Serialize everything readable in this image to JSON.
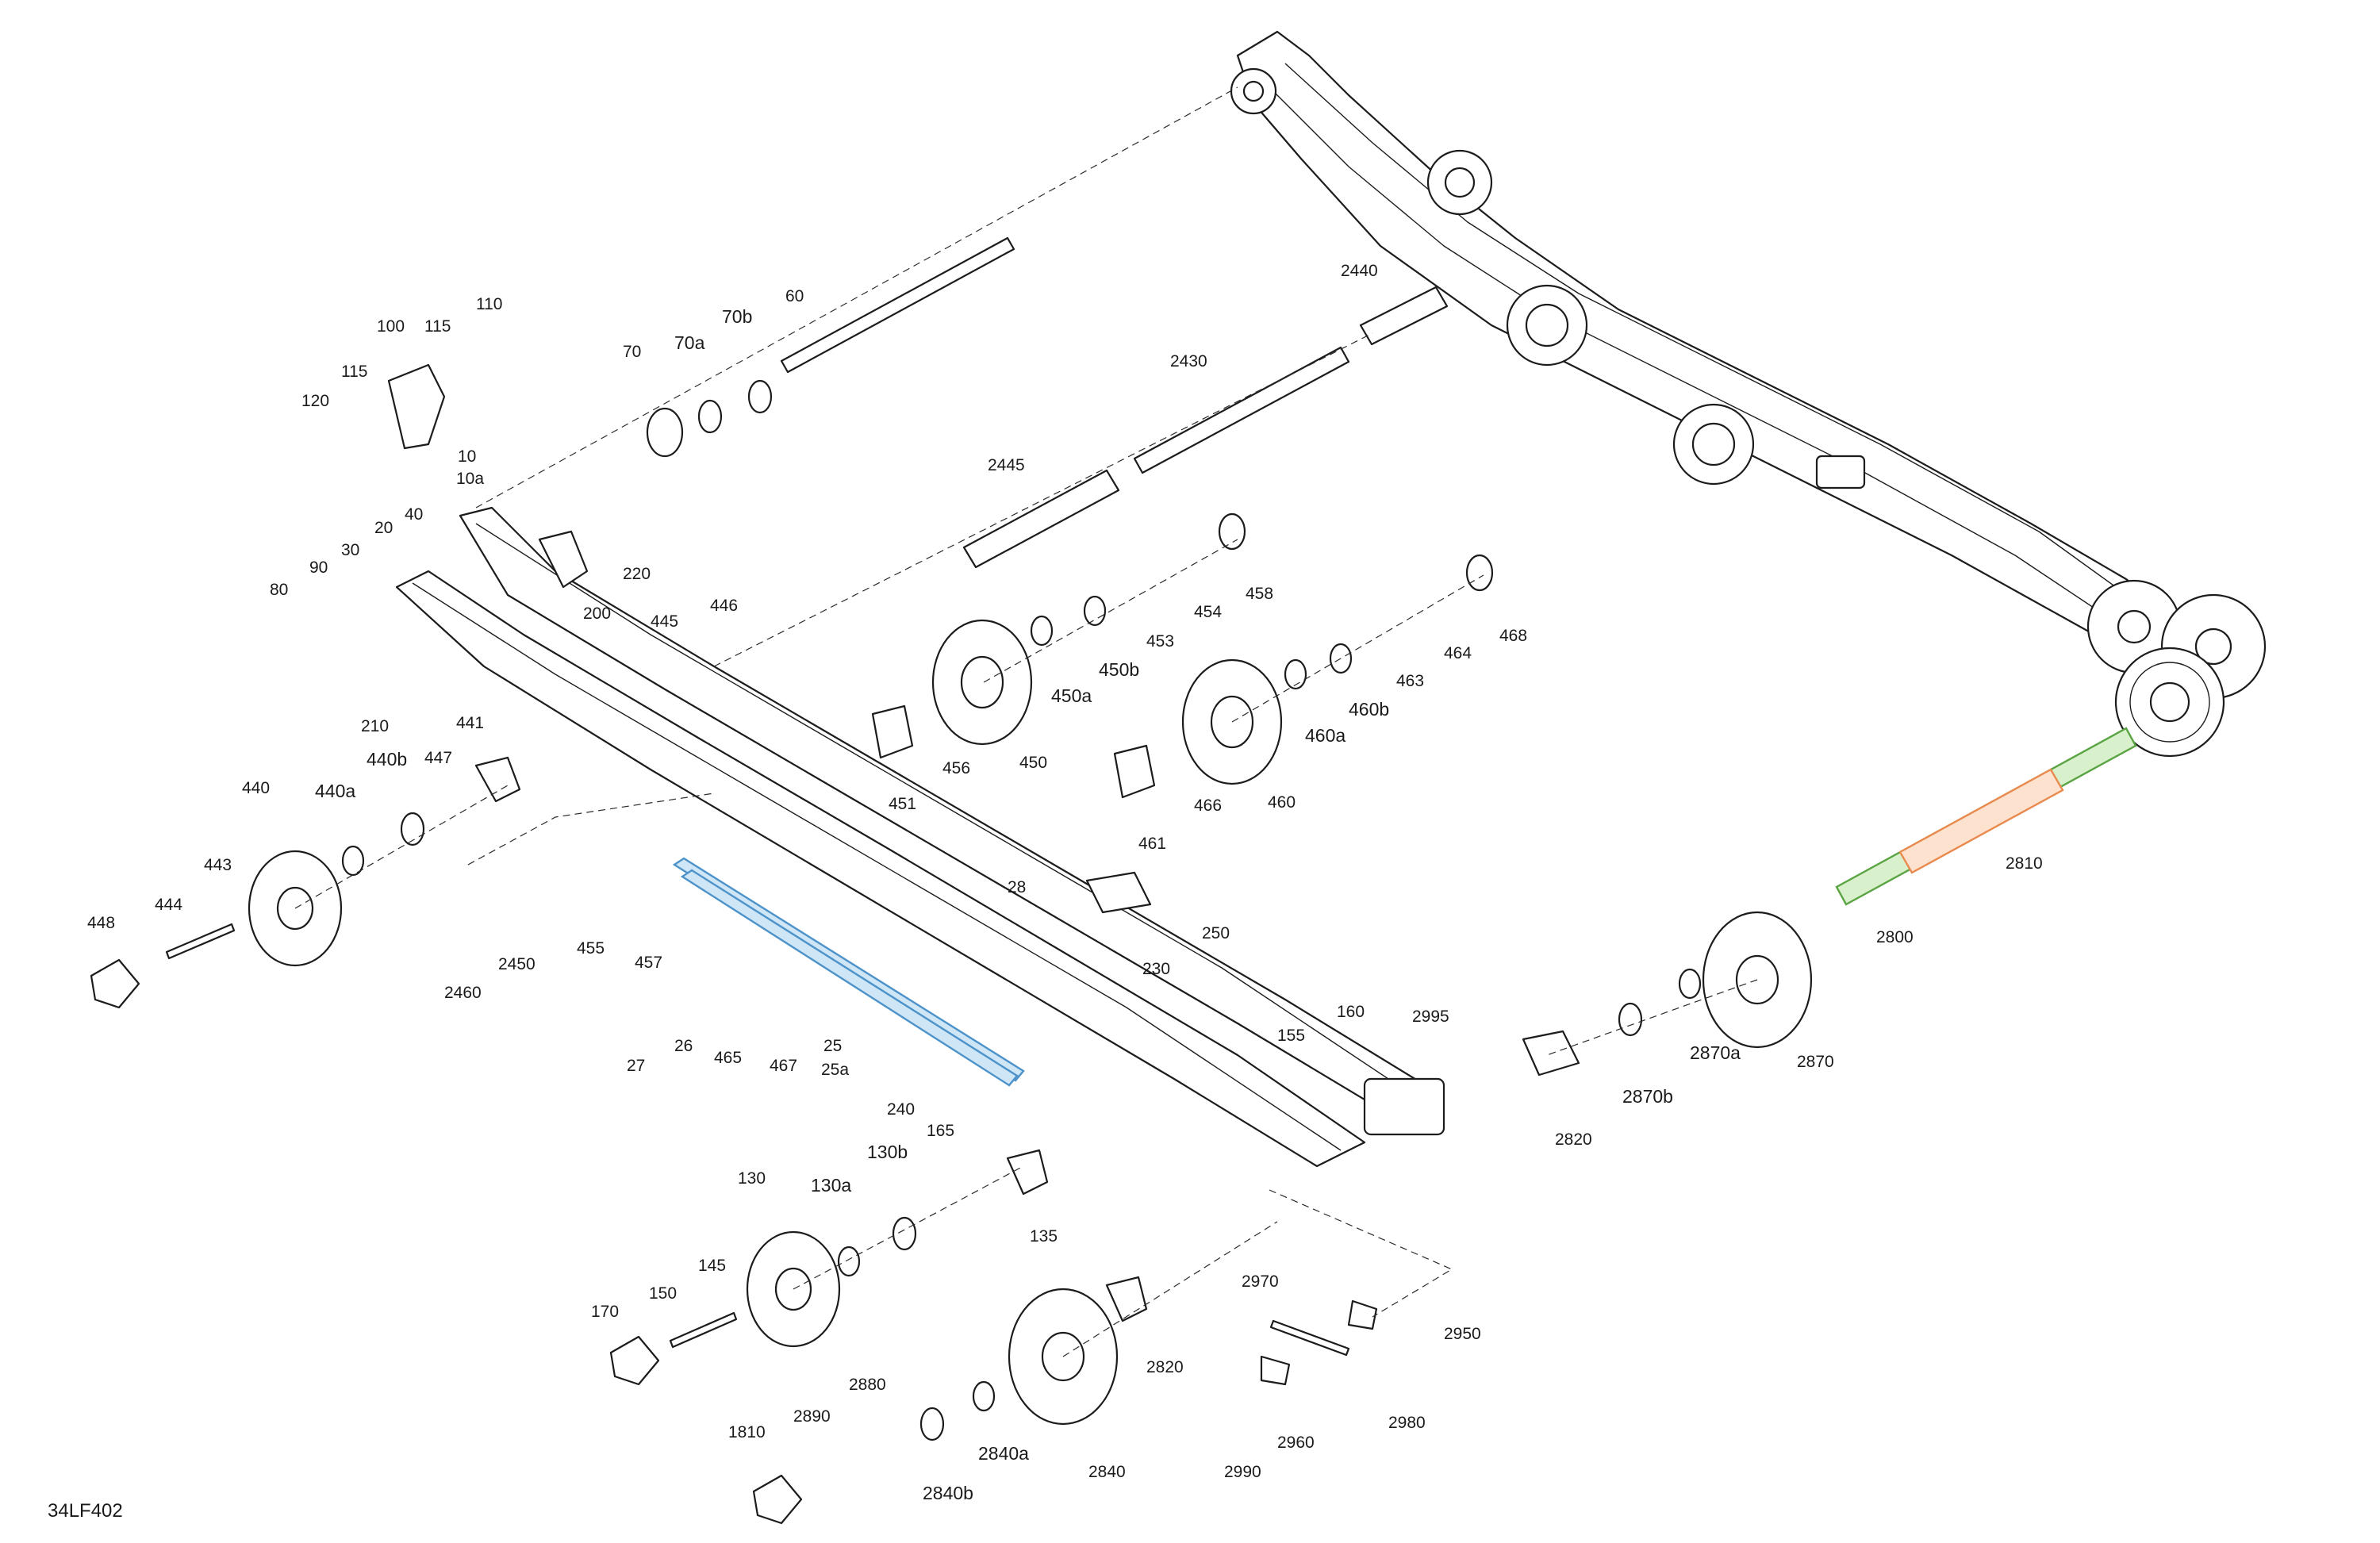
{
  "diagram": {
    "reference_code": "34LF402",
    "highlight_colors": {
      "slider_25": "#4d93c9",
      "shaft_2800": "#5aa444",
      "tube_2810": "#e98a4e"
    },
    "callouts": [
      {
        "id": "c100",
        "text": "100"
      },
      {
        "id": "c115a",
        "text": "115"
      },
      {
        "id": "c110",
        "text": "110"
      },
      {
        "id": "c115b",
        "text": "115"
      },
      {
        "id": "c120",
        "text": "120"
      },
      {
        "id": "c70",
        "text": "70"
      },
      {
        "id": "c70a",
        "text": "70a"
      },
      {
        "id": "c70b",
        "text": "70b"
      },
      {
        "id": "c60",
        "text": "60"
      },
      {
        "id": "c2440",
        "text": "2440"
      },
      {
        "id": "c2430",
        "text": "2430"
      },
      {
        "id": "c2445",
        "text": "2445"
      },
      {
        "id": "c10",
        "text": "10"
      },
      {
        "id": "c10a",
        "text": "10a"
      },
      {
        "id": "c40",
        "text": "40"
      },
      {
        "id": "c20",
        "text": "20"
      },
      {
        "id": "c30",
        "text": "30"
      },
      {
        "id": "c90",
        "text": "90"
      },
      {
        "id": "c80",
        "text": "80"
      },
      {
        "id": "c220",
        "text": "220"
      },
      {
        "id": "c200",
        "text": "200"
      },
      {
        "id": "c210",
        "text": "210"
      },
      {
        "id": "c445",
        "text": "445"
      },
      {
        "id": "c446",
        "text": "446"
      },
      {
        "id": "c458",
        "text": "458"
      },
      {
        "id": "c454",
        "text": "454"
      },
      {
        "id": "c453",
        "text": "453"
      },
      {
        "id": "c450b",
        "text": "450b"
      },
      {
        "id": "c450a",
        "text": "450a"
      },
      {
        "id": "c450",
        "text": "450"
      },
      {
        "id": "c456",
        "text": "456"
      },
      {
        "id": "c451",
        "text": "451"
      },
      {
        "id": "c468",
        "text": "468"
      },
      {
        "id": "c464",
        "text": "464"
      },
      {
        "id": "c463",
        "text": "463"
      },
      {
        "id": "c460b",
        "text": "460b"
      },
      {
        "id": "c460a",
        "text": "460a"
      },
      {
        "id": "c460",
        "text": "460"
      },
      {
        "id": "c466",
        "text": "466"
      },
      {
        "id": "c461",
        "text": "461"
      },
      {
        "id": "c441",
        "text": "441"
      },
      {
        "id": "c440b",
        "text": "440b"
      },
      {
        "id": "c447",
        "text": "447"
      },
      {
        "id": "c440a",
        "text": "440a"
      },
      {
        "id": "c440",
        "text": "440"
      },
      {
        "id": "c443",
        "text": "443"
      },
      {
        "id": "c444",
        "text": "444"
      },
      {
        "id": "c448",
        "text": "448"
      },
      {
        "id": "c28",
        "text": "28"
      },
      {
        "id": "c455",
        "text": "455"
      },
      {
        "id": "c457",
        "text": "457"
      },
      {
        "id": "c2450",
        "text": "2450"
      },
      {
        "id": "c2460",
        "text": "2460"
      },
      {
        "id": "c250",
        "text": "250"
      },
      {
        "id": "c230",
        "text": "230"
      },
      {
        "id": "c27",
        "text": "27"
      },
      {
        "id": "c26",
        "text": "26"
      },
      {
        "id": "c465",
        "text": "465"
      },
      {
        "id": "c467",
        "text": "467"
      },
      {
        "id": "c25",
        "text": "25"
      },
      {
        "id": "c25a",
        "text": "25a"
      },
      {
        "id": "c240",
        "text": "240"
      },
      {
        "id": "c155",
        "text": "155"
      },
      {
        "id": "c160",
        "text": "160"
      },
      {
        "id": "c2995",
        "text": "2995"
      },
      {
        "id": "c2810",
        "text": "2810"
      },
      {
        "id": "c2800",
        "text": "2800"
      },
      {
        "id": "c2870a",
        "text": "2870a"
      },
      {
        "id": "c2870",
        "text": "2870"
      },
      {
        "id": "c2870b",
        "text": "2870b"
      },
      {
        "id": "c2820a",
        "text": "2820"
      },
      {
        "id": "c130",
        "text": "130"
      },
      {
        "id": "c130a",
        "text": "130a"
      },
      {
        "id": "c130b",
        "text": "130b"
      },
      {
        "id": "c165",
        "text": "165"
      },
      {
        "id": "c135",
        "text": "135"
      },
      {
        "id": "c170",
        "text": "170"
      },
      {
        "id": "c150",
        "text": "150"
      },
      {
        "id": "c145",
        "text": "145"
      },
      {
        "id": "c2970",
        "text": "2970"
      },
      {
        "id": "c2950",
        "text": "2950"
      },
      {
        "id": "c2820b",
        "text": "2820"
      },
      {
        "id": "c2980",
        "text": "2980"
      },
      {
        "id": "c2960",
        "text": "2960"
      },
      {
        "id": "c2990",
        "text": "2990"
      },
      {
        "id": "c2880",
        "text": "2880"
      },
      {
        "id": "c2890",
        "text": "2890"
      },
      {
        "id": "c1810",
        "text": "1810"
      },
      {
        "id": "c2840a",
        "text": "2840a"
      },
      {
        "id": "c2840b",
        "text": "2840b"
      },
      {
        "id": "c2840",
        "text": "2840"
      }
    ]
  }
}
